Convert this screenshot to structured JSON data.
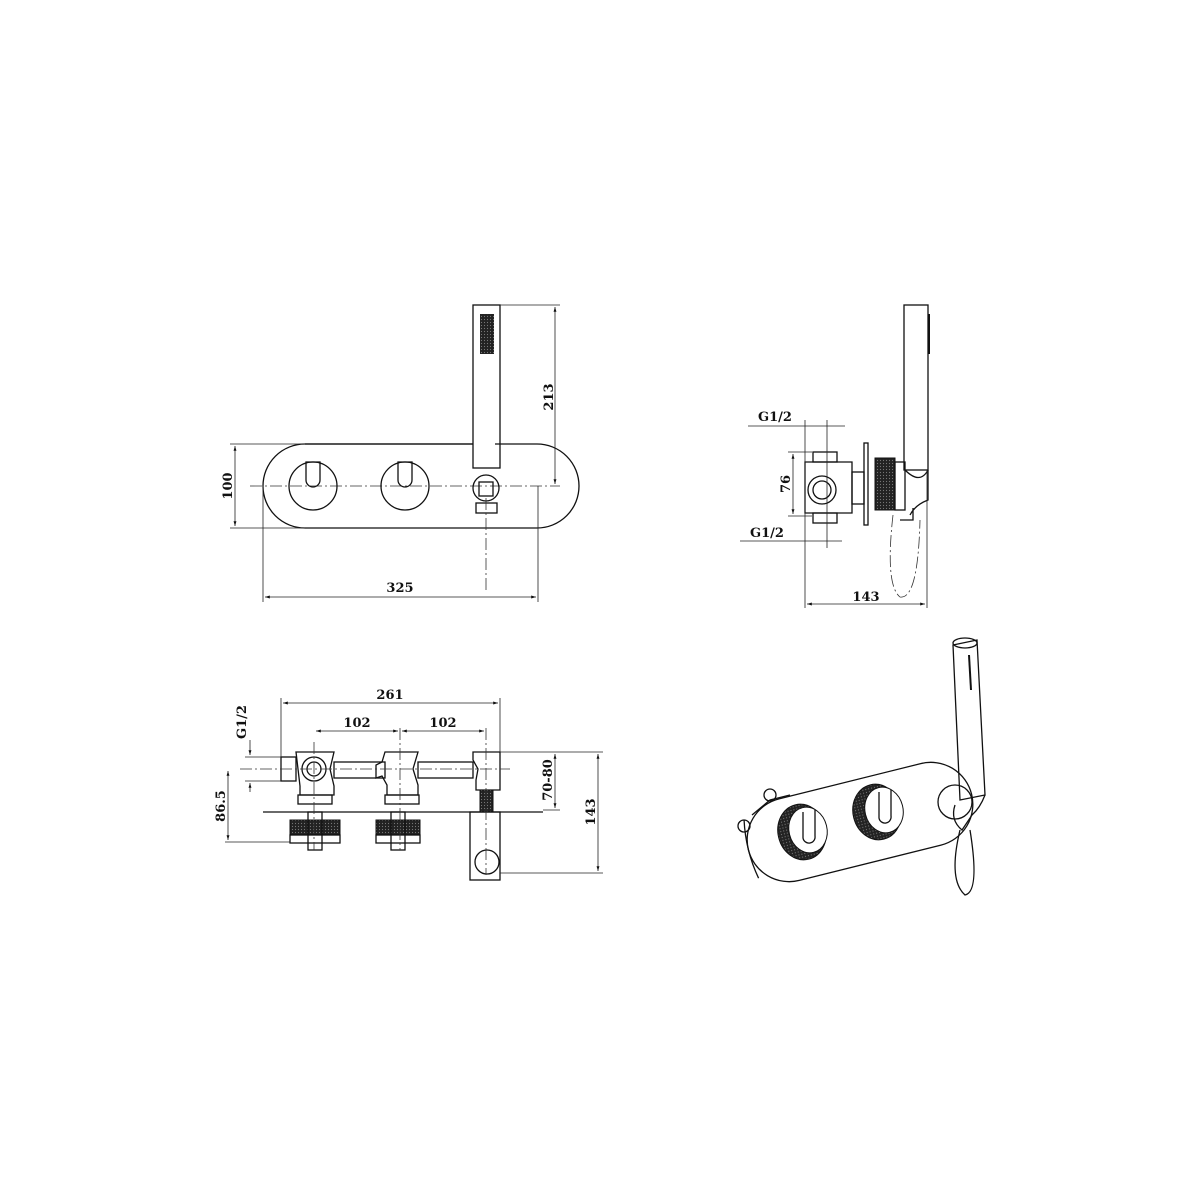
{
  "front_view": {
    "width_label": "325",
    "height_label": "100",
    "shower_height_label": "213"
  },
  "side_view": {
    "inlet_top_label": "G1/2",
    "body_height_label": "76",
    "inlet_bottom_label": "G1/2",
    "depth_label": "143"
  },
  "top_view": {
    "overall_label": "261",
    "spacing_left_label": "102",
    "spacing_right_label": "102",
    "inlet_label": "G1/2",
    "wall_depth_label": "86.5",
    "install_range_label": "70-80",
    "total_depth_label": "143"
  },
  "colors": {
    "line": "#111111",
    "background": "#ffffff"
  }
}
